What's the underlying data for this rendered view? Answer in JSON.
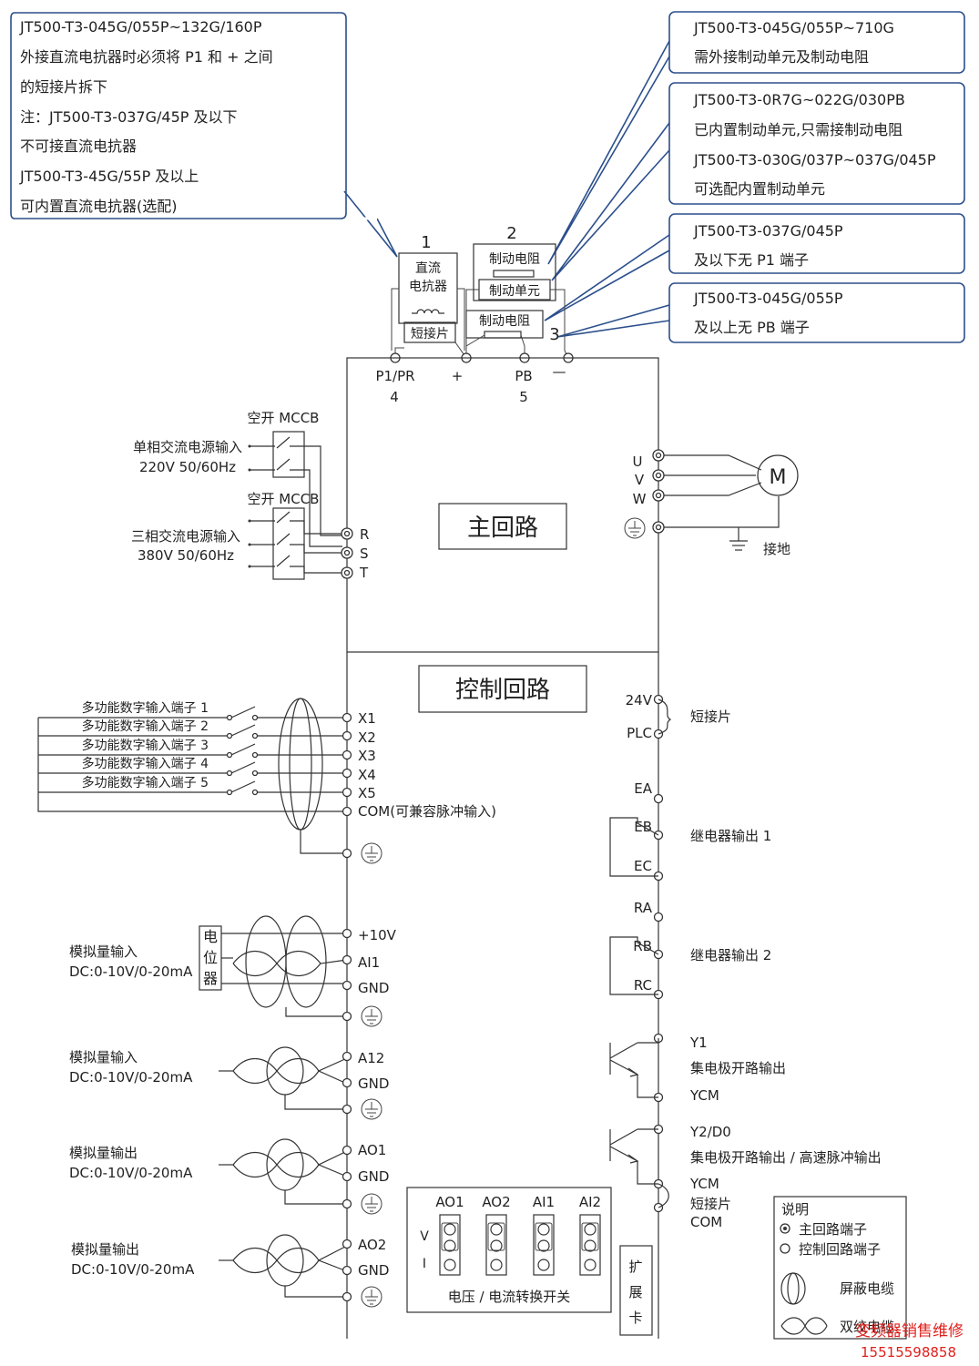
{
  "callouts": {
    "top_left": [
      "JT500-T3-045G/055P~132G/160P",
      "外接直流电抗器时必须将 P1 和 + 之间",
      "的短接片拆下",
      "注：JT500-T3-037G/45P 及以下",
      "不可接直流电抗器",
      "JT500-T3-45G/55P 及以上",
      "可内置直流电抗器(选配)"
    ],
    "right_1": [
      "JT500-T3-045G/055P~710G",
      "需外接制动单元及制动电阻"
    ],
    "right_2": [
      "JT500-T3-0R7G~022G/030PB",
      "已内置制动单元,只需接制动电阻",
      "JT500-T3-030G/037P~037G/045P",
      "可选配内置制动单元"
    ],
    "right_3": [
      "JT500-T3-037G/045P",
      "及以下无 P1 端子"
    ],
    "right_4": [
      "JT500-T3-045G/055P",
      "及以上无 PB 端子"
    ]
  },
  "top": {
    "n1": "1",
    "n2": "2",
    "n3": "3",
    "reactor": [
      "直流",
      "电抗器"
    ],
    "short_link": "短接片",
    "brake_res": "制动电阻",
    "brake_unit": "制动单元",
    "brake_res2": "制动电阻",
    "t_p1": "P1/PR",
    "t_plus": "+",
    "t_pb": "PB",
    "t_minus": "—",
    "n4": "4",
    "n5": "5"
  },
  "power": {
    "mccb1": "空开 MCCB",
    "single_phase": [
      "单相交流电源输入",
      "220V 50/60Hz"
    ],
    "mccb2": "空开 MCCB",
    "three_phase": [
      "三相交流电源输入",
      "380V 50/60Hz"
    ],
    "r": "R",
    "s": "S",
    "t": "T",
    "main_circuit": "主回路",
    "u": "U",
    "v": "V",
    "w": "W",
    "motor": "M",
    "ground": "接地"
  },
  "control": {
    "title": "控制回路",
    "di_labels": [
      "多功能数字输入端子 1",
      "多功能数字输入端子 2",
      "多功能数字输入端子 3",
      "多功能数字输入端子 4",
      "多功能数字输入端子 5"
    ],
    "x_terms": [
      "X1",
      "X2",
      "X3",
      "X4",
      "X5"
    ],
    "com": "COM(可兼容脉冲输入)",
    "pot": [
      "电",
      "位",
      "器"
    ],
    "ai1_label": [
      "模拟量输入",
      "DC:0-10V/0-20mA"
    ],
    "ai1_terms": [
      "+10V",
      "AI1",
      "GND"
    ],
    "ai2_label": [
      "模拟量输入",
      "DC:0-10V/0-20mA"
    ],
    "ai2_terms": [
      "A12",
      "GND"
    ],
    "ao1_label": [
      "模拟量输出",
      "DC:0-10V/0-20mA"
    ],
    "ao1_terms": [
      "AO1",
      "GND"
    ],
    "ao2_label": [
      "模拟量输出",
      "DC:0-10V/0-20mA"
    ],
    "ao2_terms": [
      "AO2",
      "GND"
    ],
    "t24v": "24V",
    "tplc": "PLC",
    "short_link": "短接片",
    "relay1": [
      "EA",
      "EB",
      "EC"
    ],
    "relay1_label": "继电器输出 1",
    "relay2": [
      "RA",
      "RB",
      "RC"
    ],
    "relay2_label": "继电器输出 2",
    "y1": "Y1",
    "y1_desc": "集电极开路输出",
    "ycm1": "YCM",
    "y2": "Y2/D0",
    "y2_desc": "集电极开路输出 / 高速脉冲输出",
    "ycm2": "YCM",
    "short2": "短接片",
    "com2": "COM",
    "switch_cols": [
      "AO1",
      "AO2",
      "AI1",
      "AI2"
    ],
    "switch_v": "V",
    "switch_i": "I",
    "switch_title": "电压 / 电流转换开关",
    "ext_card": [
      "扩",
      "展",
      "卡"
    ]
  },
  "legend": {
    "title": "说明",
    "main": "主回路端子",
    "ctrl": "控制回路端子",
    "shield": "屏蔽电缆",
    "twisted": "双绞电缆"
  },
  "watermark": [
    "变频器销售维修",
    "15515598858"
  ],
  "colors": {
    "callout_border": "#2b4f8c",
    "watermark": "#e0201c"
  }
}
